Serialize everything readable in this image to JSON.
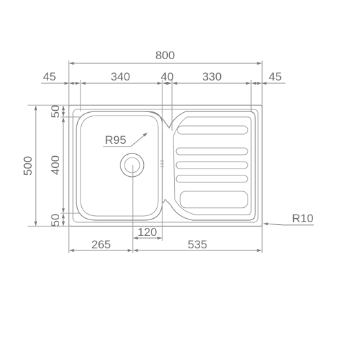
{
  "dimensions": {
    "overall_width": "800",
    "left_margin": "45",
    "bowl_width": "340",
    "gap": "40",
    "drainer_width": "330",
    "right_margin": "45",
    "overall_depth": "500",
    "top_margin": "50",
    "bowl_depth": "400",
    "bottom_margin": "50",
    "bowl_radius": "R95",
    "corner_radius": "R10",
    "drain_offset": "120",
    "drain_position": "265",
    "remaining_width": "535"
  }
}
